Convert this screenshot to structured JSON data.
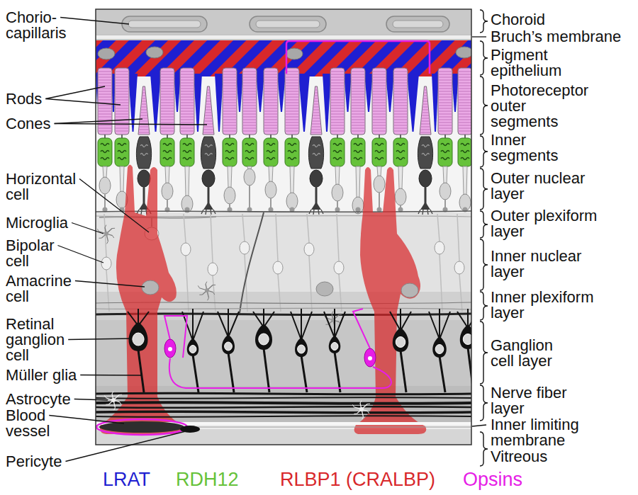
{
  "diagram": {
    "labels": [
      "Chorio- capillaris",
      "Rods",
      "Cones",
      "Horizontal cell",
      "Microglia",
      "Bipolar cell",
      "Amacrine cell",
      "Retinal ganglion cell",
      "Müller glia",
      "Astrocyte",
      "Blood vessel",
      "Pericyte",
      "Choroid",
      "Bruch’s membrane",
      "Pigment epithelium",
      "Photoreceptor outer segments",
      "Inner segments",
      "Outer nuclear layer",
      "Outer plexiform layer",
      "Inner nuclear layer",
      "Inner plexiform layer",
      "Ganglion cell layer",
      "Nerve fiber layer",
      "Inner limiting membrane",
      "Vitreous"
    ],
    "legend": [
      {
        "text": "LRAT",
        "color": "#1f1fd1"
      },
      {
        "text": "RDH12",
        "color": "#66c23a"
      },
      {
        "text": "RLBP1 (CRALBP)",
        "color": "#d8282b"
      },
      {
        "text": "Opsins",
        "color": "#e61ee6"
      }
    ]
  }
}
